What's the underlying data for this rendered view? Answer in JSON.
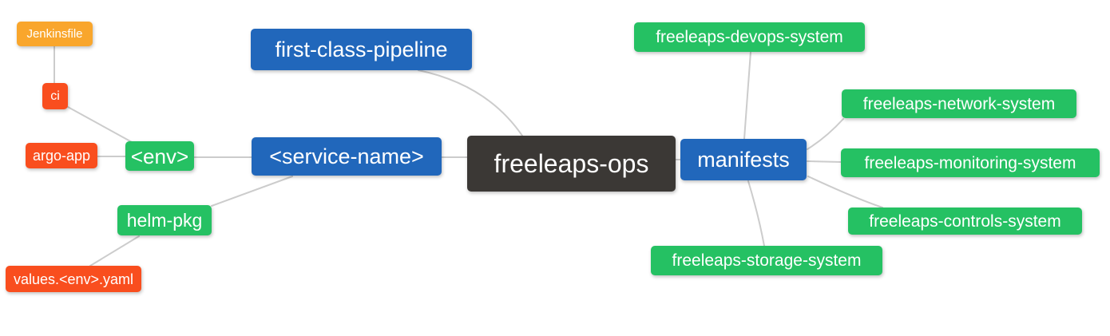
{
  "colors": {
    "root-color": "#3b3835",
    "branch-color": "#2167bb",
    "green-color": "#25c163",
    "red-color": "#f94e1e",
    "amber-color": "#f9a62c",
    "edge-color": "#cccccc",
    "text-color": "#ffffff"
  },
  "mindmap": {
    "root": {
      "label": "freeleaps-ops"
    },
    "nodes": {
      "jenkinsfile": {
        "label": "Jenkinsfile"
      },
      "ci": {
        "label": "ci"
      },
      "argo_app": {
        "label": "argo-app"
      },
      "env": {
        "label": "<env>"
      },
      "helm_pkg": {
        "label": "helm-pkg"
      },
      "values_yaml": {
        "label": "values.<env>.yaml"
      },
      "first_class_pipeline": {
        "label": "first-class-pipeline"
      },
      "service_name": {
        "label": "<service-name>"
      },
      "manifests": {
        "label": "manifests"
      },
      "devops_system": {
        "label": "freeleaps-devops-system"
      },
      "network_system": {
        "label": "freeleaps-network-system"
      },
      "monitoring_system": {
        "label": "freeleaps-monitoring-system"
      },
      "controls_system": {
        "label": "freeleaps-controls-system"
      },
      "storage_system": {
        "label": "freeleaps-storage-system"
      }
    }
  }
}
